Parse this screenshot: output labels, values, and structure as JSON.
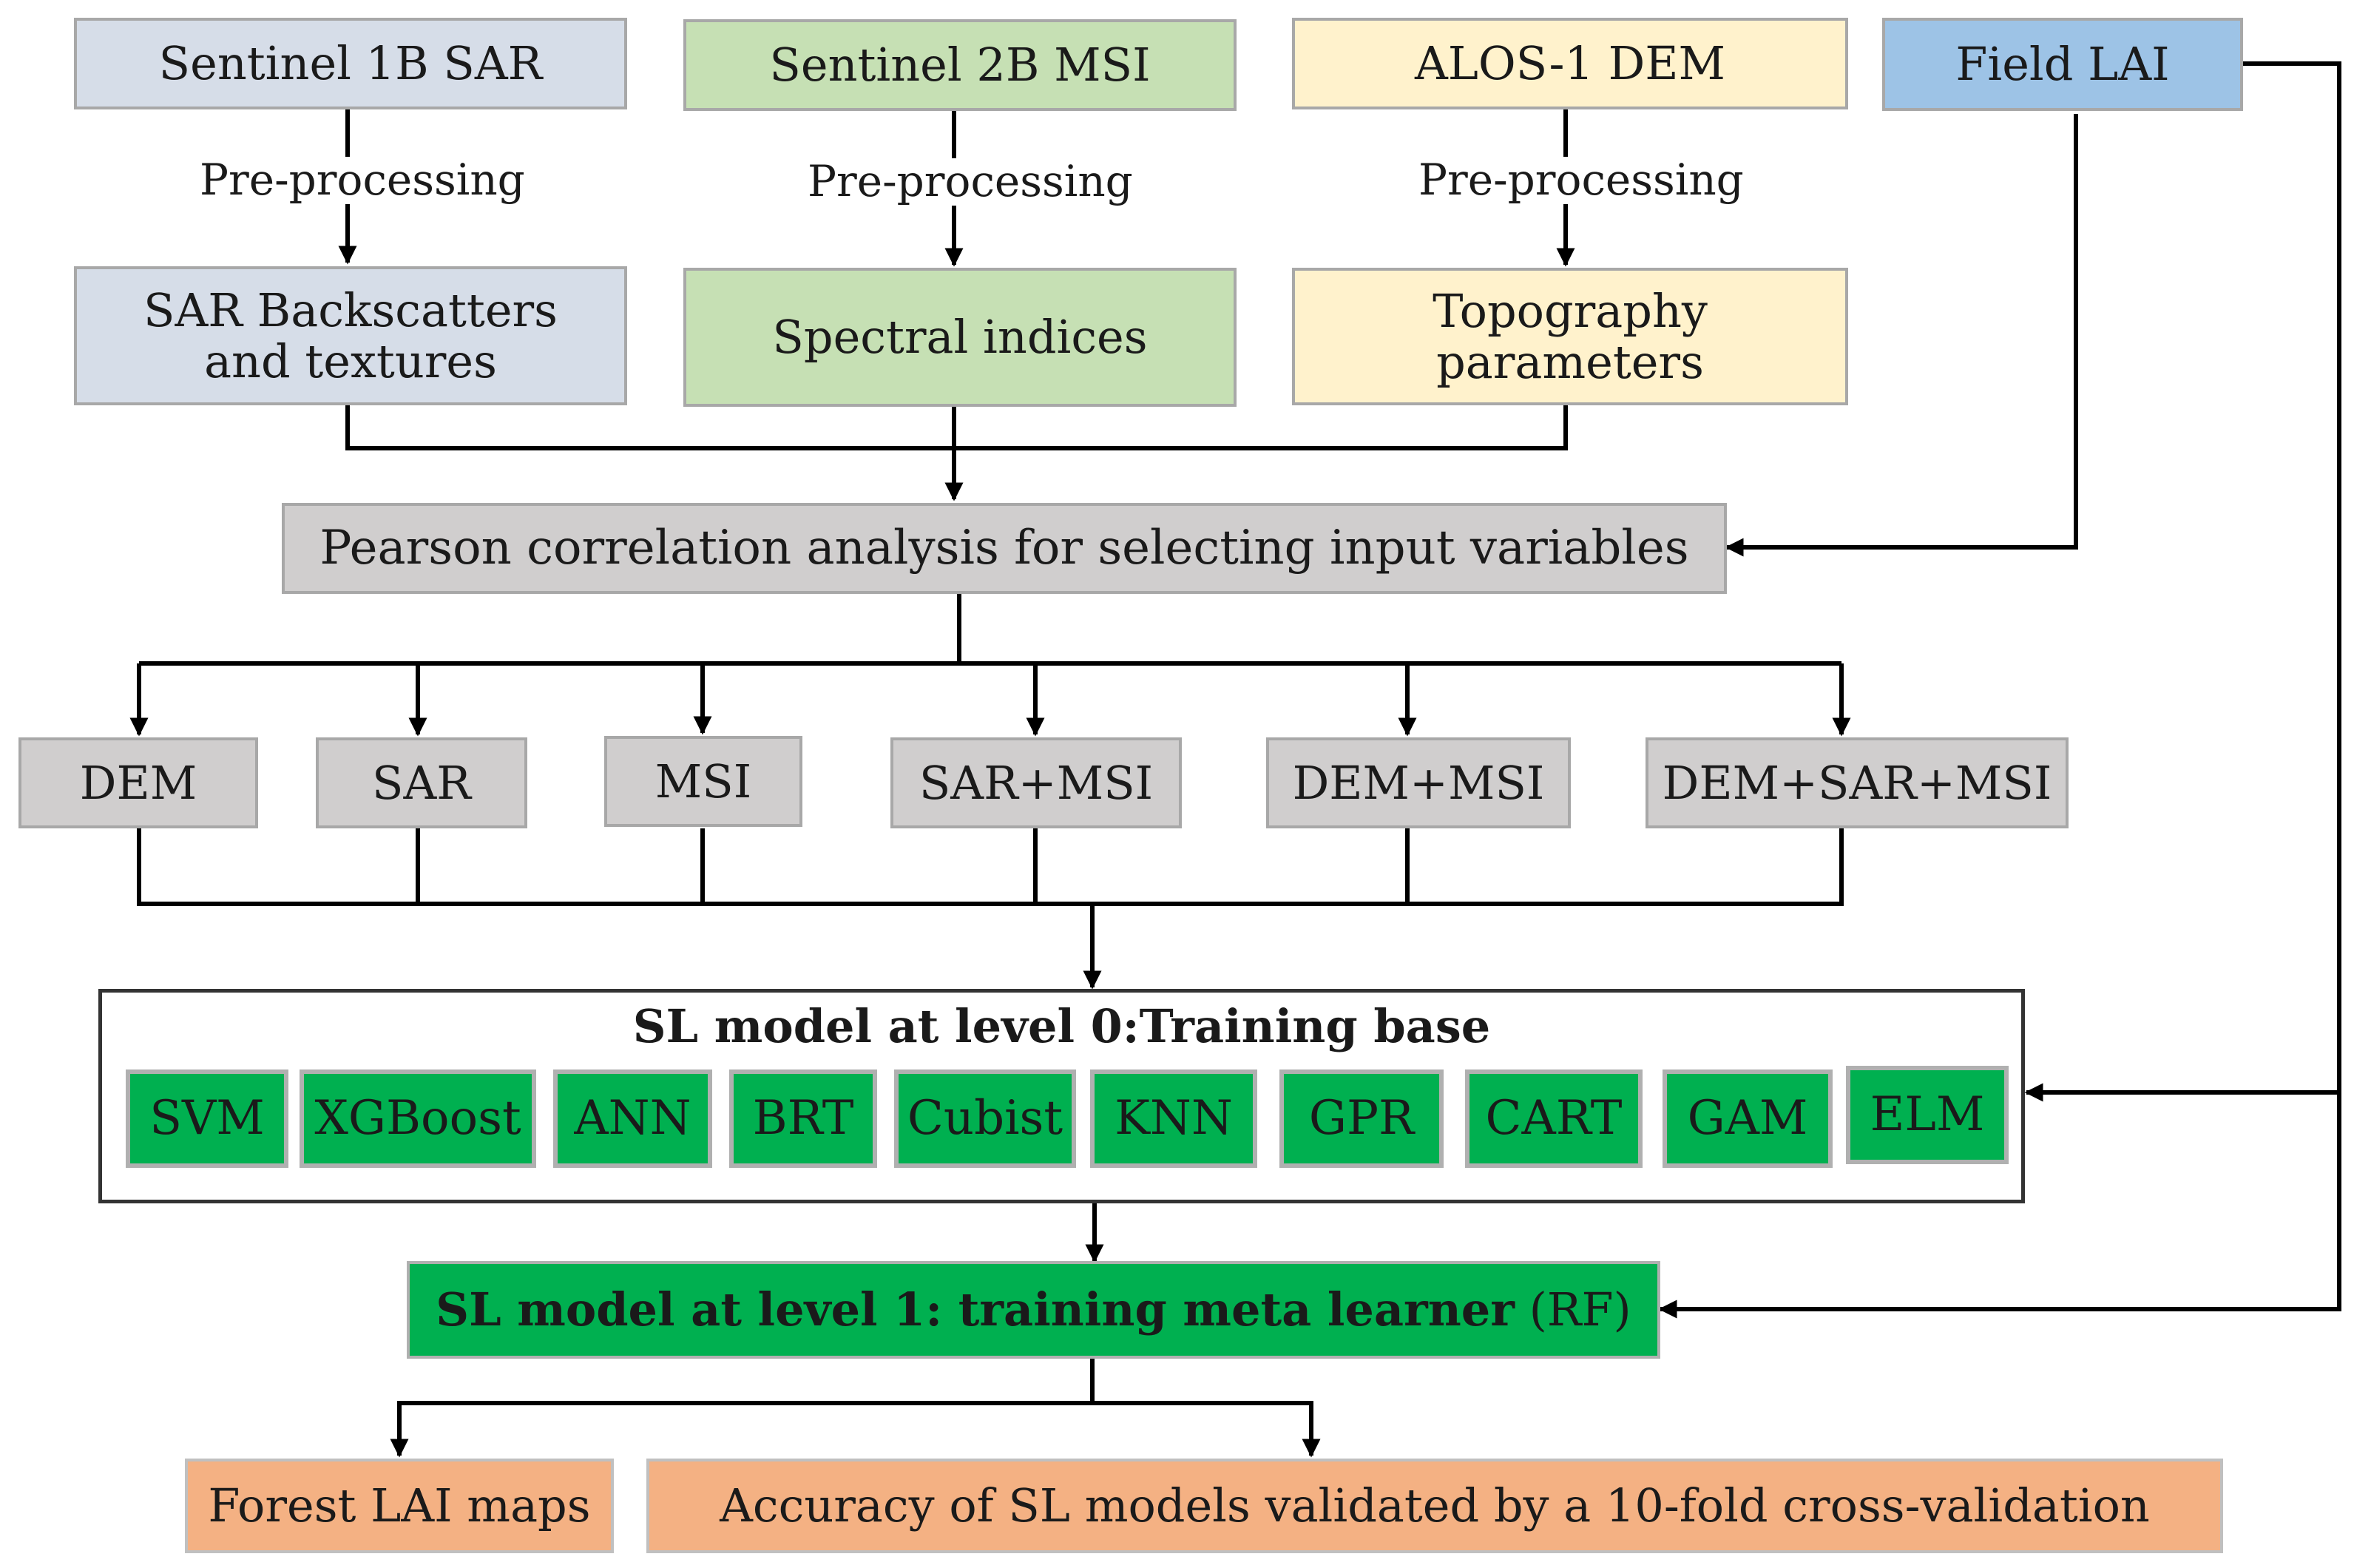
{
  "sources": {
    "s1": "Sentinel 1B SAR",
    "s2": "Sentinel 2B MSI",
    "dem": "ALOS-1 DEM",
    "lai": "Field LAI"
  },
  "preprocessing": [
    "Pre-processing",
    "Pre-processing",
    "Pre-processing"
  ],
  "features": {
    "sar_line1": "SAR Backscatters",
    "sar_line2": "and textures",
    "spectral": "Spectral indices",
    "topo_line1": "Topography",
    "topo_line2": "parameters"
  },
  "pearson": "Pearson correlation analysis for selecting input variables",
  "combos": [
    "DEM",
    "SAR",
    "MSI",
    "SAR+MSI",
    "DEM+MSI",
    "DEM+SAR+MSI"
  ],
  "level0": {
    "title": "SL model at level 0:Training base",
    "models": [
      "SVM",
      "XGBoost",
      "ANN",
      "BRT",
      "Cubist",
      "KNN",
      "GPR",
      "CART",
      "GAM",
      "ELM"
    ]
  },
  "level1": {
    "bold": "SL model at level 1: training meta learner",
    "rest": " (RF)"
  },
  "outputs": {
    "maps": "Forest LAI maps",
    "accuracy": "Accuracy of SL models validated by a 10-fold cross-validation"
  },
  "colors": {
    "sar_fill": "#d6dde8",
    "msi_fill": "#c6e0b4",
    "dem_fill": "#fff2cc",
    "lai_fill": "#9dc3e6",
    "gray_fill": "#d0cece",
    "model_fill": "#00b050",
    "output_fill": "#f4b183"
  }
}
